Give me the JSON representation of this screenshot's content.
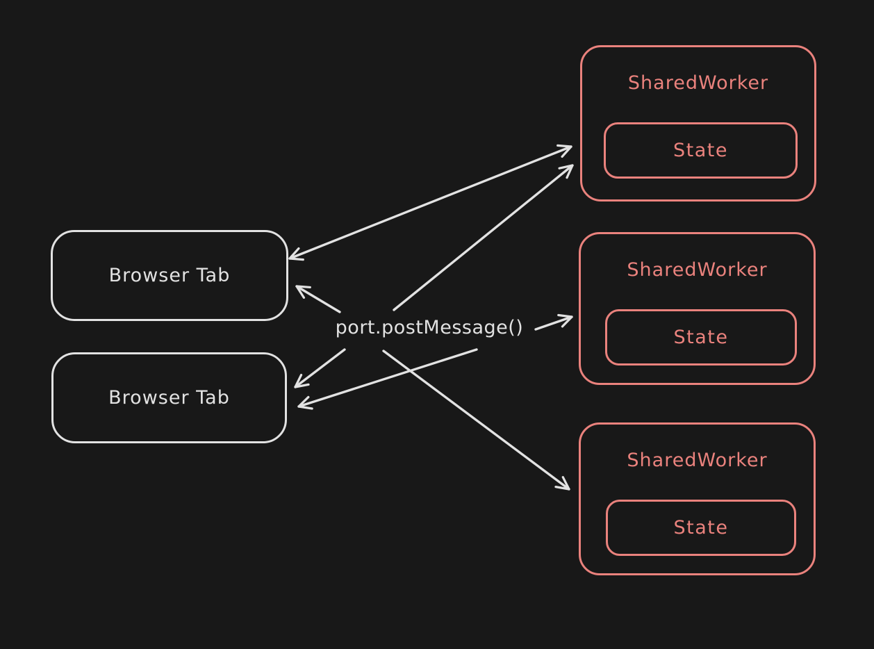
{
  "diagram": {
    "center_label": "port.postMessage()",
    "tabs": [
      {
        "label": "Browser Tab"
      },
      {
        "label": "Browser Tab"
      }
    ],
    "workers": [
      {
        "title": "SharedWorker",
        "state": "State"
      },
      {
        "title": "SharedWorker",
        "state": "State"
      },
      {
        "title": "SharedWorker",
        "state": "State"
      }
    ],
    "arrows": [
      {
        "name": "tab1-worker1-bidirectional",
        "from": "browser-tab-1",
        "to": "shared-worker-1",
        "double_headed": true
      },
      {
        "name": "label-to-worker1",
        "from": "port-postmessage-label",
        "to": "shared-worker-1",
        "double_headed": false
      },
      {
        "name": "label-to-tab1",
        "from": "port-postmessage-label",
        "to": "browser-tab-1",
        "double_headed": false
      },
      {
        "name": "label-to-worker2",
        "from": "port-postmessage-label",
        "to": "shared-worker-2",
        "double_headed": false
      },
      {
        "name": "label-to-tab2-upper",
        "from": "port-postmessage-label",
        "to": "browser-tab-2",
        "double_headed": false
      },
      {
        "name": "label-to-tab2-lower",
        "from": "port-postmessage-label",
        "to": "browser-tab-2",
        "double_headed": false
      },
      {
        "name": "label-to-worker3",
        "from": "port-postmessage-label",
        "to": "shared-worker-3",
        "double_headed": false
      }
    ],
    "colors": {
      "background": "#181818",
      "stroke_light": "#e2e2e2",
      "stroke_accent": "#ea827d"
    }
  }
}
